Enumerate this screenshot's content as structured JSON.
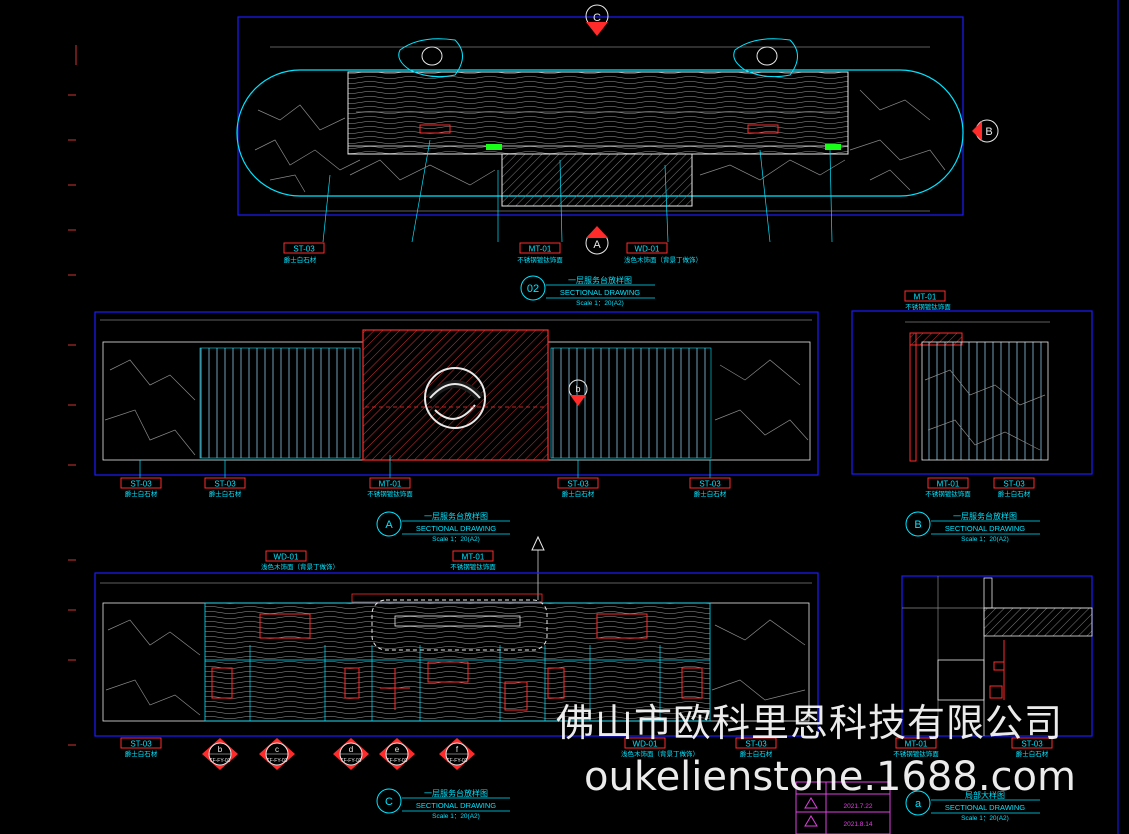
{
  "watermark": {
    "company": "佛山市欧科里恩科技有限公司",
    "url": "oukelienstone.1688.com"
  },
  "tags": {
    "st": "ST-03",
    "mt": "MT-01",
    "wd": "WD-01",
    "st_desc": "爵士白石材",
    "mt_desc": "不锈钢镀钛饰面",
    "wd_desc": "浅色木饰面（背景丁做饰）"
  },
  "views": [
    {
      "letter": "02",
      "title": "一层服务台放样图",
      "sub": "SECTIONAL DRAWING",
      "scale": "Scale 1：20(A2)"
    },
    {
      "letter": "A",
      "title": "一层服务台放样图",
      "sub": "SECTIONAL DRAWING",
      "scale": "Scale 1：20(A2)"
    },
    {
      "letter": "B",
      "title": "一层服务台放样图",
      "sub": "SECTIONAL DRAWING",
      "scale": "Scale 1：20(A2)"
    },
    {
      "letter": "C",
      "title": "一层服务台放样图",
      "sub": "SECTIONAL DRAWING",
      "scale": "Scale 1：20(A2)"
    },
    {
      "letter": "a",
      "title": "局部大样图",
      "sub": "SECTIONAL DRAWING",
      "scale": "Scale 1：20(A2)"
    }
  ],
  "markers": {
    "top": "C",
    "right": "B",
    "bottom": "A",
    "side": "b"
  },
  "callouts": [
    "b",
    "c",
    "d",
    "e",
    "f"
  ],
  "callout_code": "TF-FY-03",
  "revisions": [
    "2021.7.22",
    "2021.8.14"
  ],
  "colors": {
    "frame": "#1a1aff",
    "cyan": "#00e5ff",
    "red": "#ff2a2a",
    "gray": "#8a8a8a",
    "white": "#e8e8e8",
    "green": "#1aff1a",
    "magenta": "#e040e0"
  }
}
